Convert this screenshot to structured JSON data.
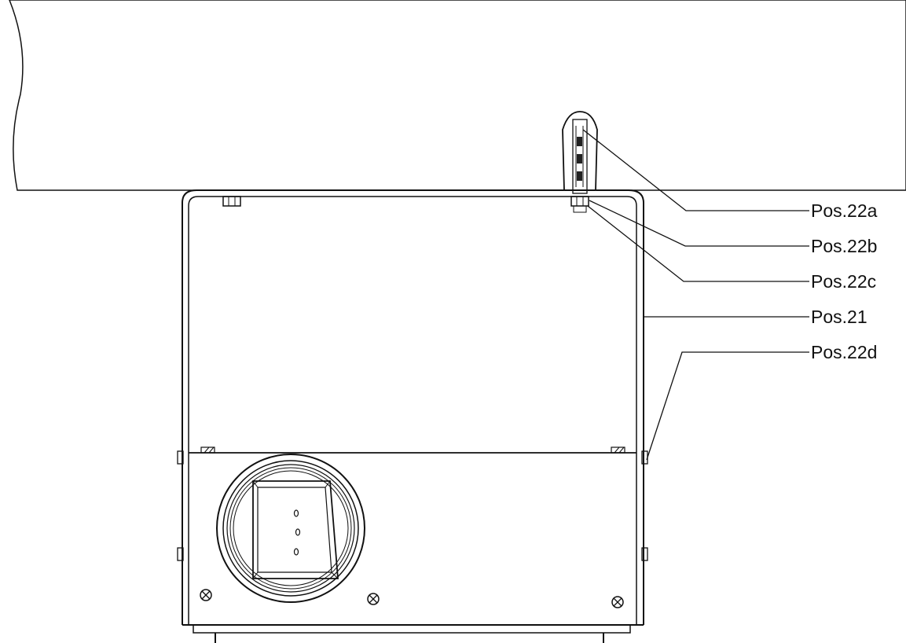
{
  "diagram": {
    "callouts": [
      {
        "id": "pos-22a",
        "label": "Pos.22a"
      },
      {
        "id": "pos-22b",
        "label": "Pos.22b"
      },
      {
        "id": "pos-22c",
        "label": "Pos.22c"
      },
      {
        "id": "pos-21",
        "label": "Pos.21"
      },
      {
        "id": "pos-22d",
        "label": "Pos.22d"
      }
    ]
  }
}
